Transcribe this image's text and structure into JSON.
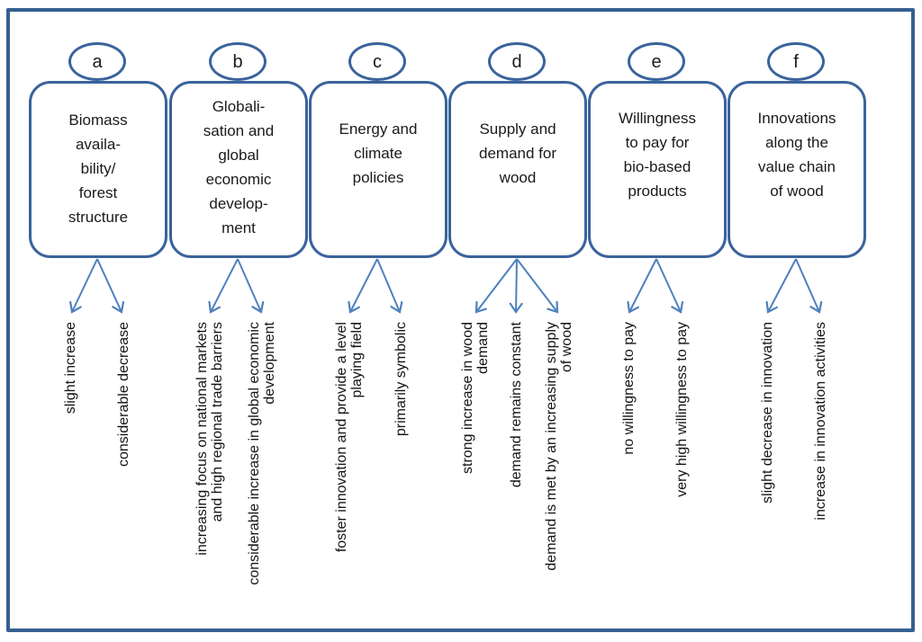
{
  "figure": {
    "type": "scenario-factor-diagram",
    "colors": {
      "frame_border": "#365f91",
      "shape_border": "#3a639c",
      "arrow": "#4f81bd",
      "text": "#1a1a1a",
      "background": "#ffffff"
    },
    "columns": [
      {
        "letter": "a",
        "title": "Biomass\navaila-\nbility/\nforest\nstructure",
        "scenarios": [
          "slight increase",
          "considerable decrease"
        ]
      },
      {
        "letter": "b",
        "title": "Globali-\nsation and\nglobal\neconomic\ndevelop-\nment",
        "scenarios": [
          "increasing focus on national markets\nand high regional trade barriers",
          "considerable increase in global economic\ndevelopment"
        ]
      },
      {
        "letter": "c",
        "title": "Energy and\nclimate\npolicies",
        "scenarios": [
          "foster innovation and provide a level\nplaying field",
          "primarily symbolic"
        ]
      },
      {
        "letter": "d",
        "title": "Supply and\ndemand for\nwood",
        "scenarios": [
          "strong increase in wood\ndemand",
          "demand remains constant",
          "demand is met by an increasing supply\nof wood"
        ]
      },
      {
        "letter": "e",
        "title": "Willingness\nto pay for\nbio-based\nproducts",
        "scenarios": [
          "no willingness to pay",
          "very high willingness to pay"
        ]
      },
      {
        "letter": "f",
        "title": "Innovations\nalong the\nvalue chain\nof wood",
        "scenarios": [
          "slight decrease in innovation",
          "increase in innovation activities"
        ]
      }
    ]
  }
}
